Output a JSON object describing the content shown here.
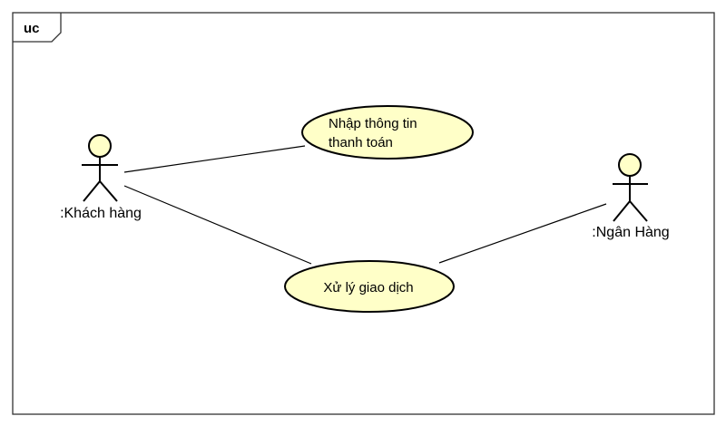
{
  "diagram": {
    "frame_label": "uc",
    "actors": [
      {
        "name": ":Khách hàng"
      },
      {
        "name": ":Ngân Hàng"
      }
    ],
    "use_cases": [
      {
        "lines": [
          "Nhập thông tin",
          "thanh toán"
        ]
      },
      {
        "lines": [
          "Xử lý giao dịch"
        ]
      }
    ],
    "associations": [
      {
        "from": ":Khách hàng",
        "to": "Nhập thông tin thanh toán"
      },
      {
        "from": ":Khách hàng",
        "to": "Xử lý giao dịch"
      },
      {
        "from": ":Ngân Hàng",
        "to": "Xử lý giao dịch"
      }
    ]
  },
  "colors": {
    "use_case_fill": "#FFFFC8",
    "actor_fill": "#FFFFC8",
    "stroke": "#000000",
    "frame_stroke": "#333333"
  }
}
